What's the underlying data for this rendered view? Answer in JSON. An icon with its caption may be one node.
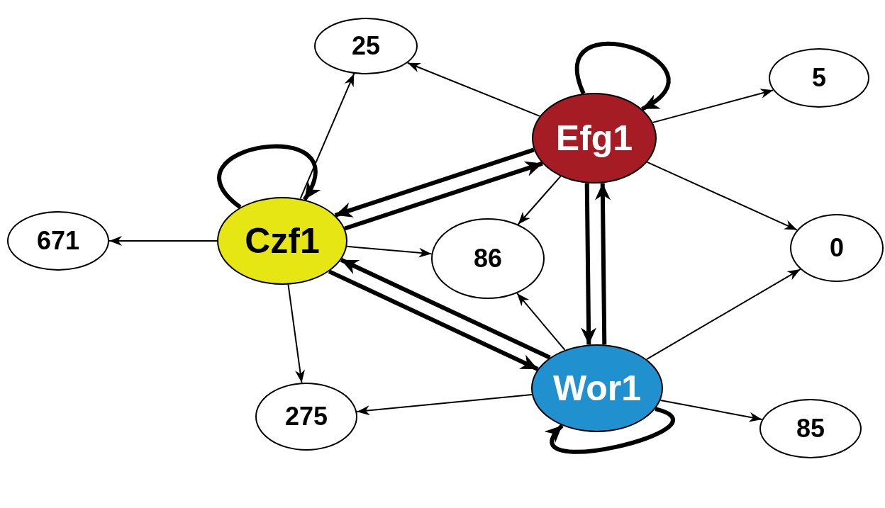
{
  "diagram": {
    "nodes": [
      {
        "text": [
          "25"
        ]
      },
      {
        "text": [
          "Efg1"
        ]
      },
      {
        "text": [
          "5"
        ]
      },
      {
        "text": [
          "671"
        ]
      },
      {
        "text": [
          "Czf1"
        ]
      },
      {
        "text": [
          "86"
        ]
      },
      {
        "text": [
          "0"
        ]
      },
      {
        "text": [
          "Wor1"
        ]
      },
      {
        "text": [
          "275"
        ]
      },
      {
        "text": [
          "85"
        ]
      }
    ],
    "edges": [
      {
        "from": 1,
        "to": 1,
        "arrow": "to",
        "style": "thick"
      },
      {
        "from": 1,
        "to": 0,
        "arrow": "to"
      },
      {
        "from": 1,
        "to": 2,
        "arrow": "to"
      },
      {
        "from": 4,
        "to": 4,
        "arrow": "to",
        "style": "thick"
      },
      {
        "from": 4,
        "to": 0,
        "arrow": "to"
      },
      {
        "from": 1,
        "to": 4,
        "arrow": "to",
        "style": "thick"
      },
      {
        "from": 4,
        "to": 1,
        "arrow": "to",
        "style": "thick"
      },
      {
        "from": 4,
        "to": 3,
        "arrow": "to"
      },
      {
        "from": 4,
        "to": 5,
        "arrow": "to"
      },
      {
        "from": 1,
        "to": 5,
        "arrow": "to"
      },
      {
        "from": 1,
        "to": 6,
        "arrow": "to"
      },
      {
        "from": 1,
        "to": 7,
        "arrow": "to",
        "style": "thick"
      },
      {
        "from": 7,
        "to": 1,
        "arrow": "to",
        "style": "thick"
      },
      {
        "from": 7,
        "to": 4,
        "arrow": "to",
        "style": "thick"
      },
      {
        "from": 4,
        "to": 7,
        "arrow": "to",
        "style": "thick"
      },
      {
        "from": 7,
        "to": 5,
        "arrow": "to"
      },
      {
        "from": 7,
        "to": 6,
        "arrow": "to"
      },
      {
        "from": 4,
        "to": 8,
        "arrow": "to"
      },
      {
        "from": 7,
        "to": 8,
        "arrow": "to"
      },
      {
        "from": 7,
        "to": 9,
        "arrow": "to"
      },
      {
        "from": 7,
        "to": 7,
        "arrow": "to",
        "style": "thick"
      }
    ]
  }
}
